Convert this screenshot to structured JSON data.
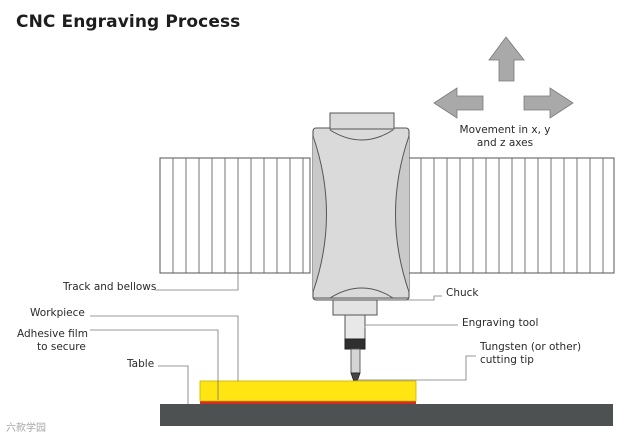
{
  "title": "CNC Engraving Process",
  "labels": {
    "movement": "Movement in x, y",
    "movement_2": "and z axes",
    "track": "Track and bellows",
    "chuck": "Chuck",
    "workpiece": "Workpiece",
    "adhesive": "Adhesive film",
    "adhesive_2": "to secure",
    "engraving_tool": "Engraving tool",
    "table": "Table",
    "tip": "Tungsten (or other)",
    "tip_2": "cutting tip"
  },
  "watermark": "六款学园",
  "colors": {
    "workpiece": "#ffe512",
    "adhesive": "#d32d24",
    "table": "#4e5152",
    "machine": "#dcdcdc",
    "outline": "#555555",
    "arrow": "#a9a9a9",
    "background": "#ffffff"
  }
}
